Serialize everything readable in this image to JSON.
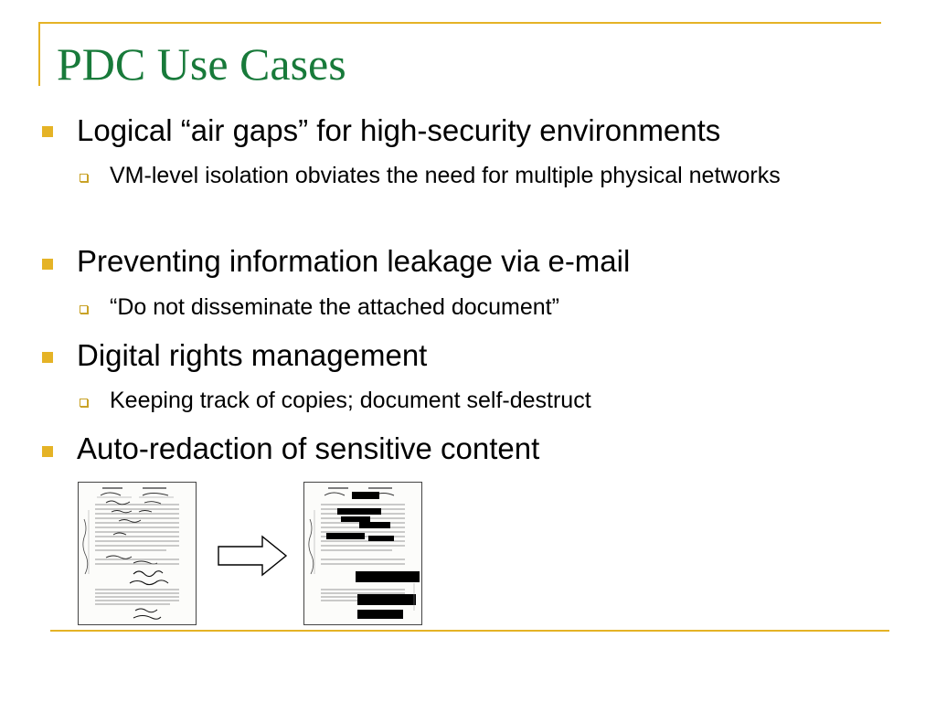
{
  "slide": {
    "title": "PDC Use Cases",
    "items": [
      {
        "text": "Logical “air gaps” for high-security environments",
        "sub": [
          "VM-level isolation obviates the need for multiple physical networks"
        ]
      },
      {
        "text": "Preventing information leakage via e-mail",
        "sub": [
          "“Do not disseminate the attached document”"
        ]
      },
      {
        "text": "Digital rights management",
        "sub": [
          "Keeping track of copies; document self-destruct"
        ]
      },
      {
        "text": "Auto-redaction of sensitive content",
        "sub": []
      }
    ]
  },
  "colors": {
    "title": "#187a3a",
    "accent": "#e5b326",
    "redaction": "#000000"
  },
  "icons": {
    "bullet": "filled-square",
    "sub_bullet": "hollow-square",
    "transform_arrow": "right-arrow-outline"
  }
}
